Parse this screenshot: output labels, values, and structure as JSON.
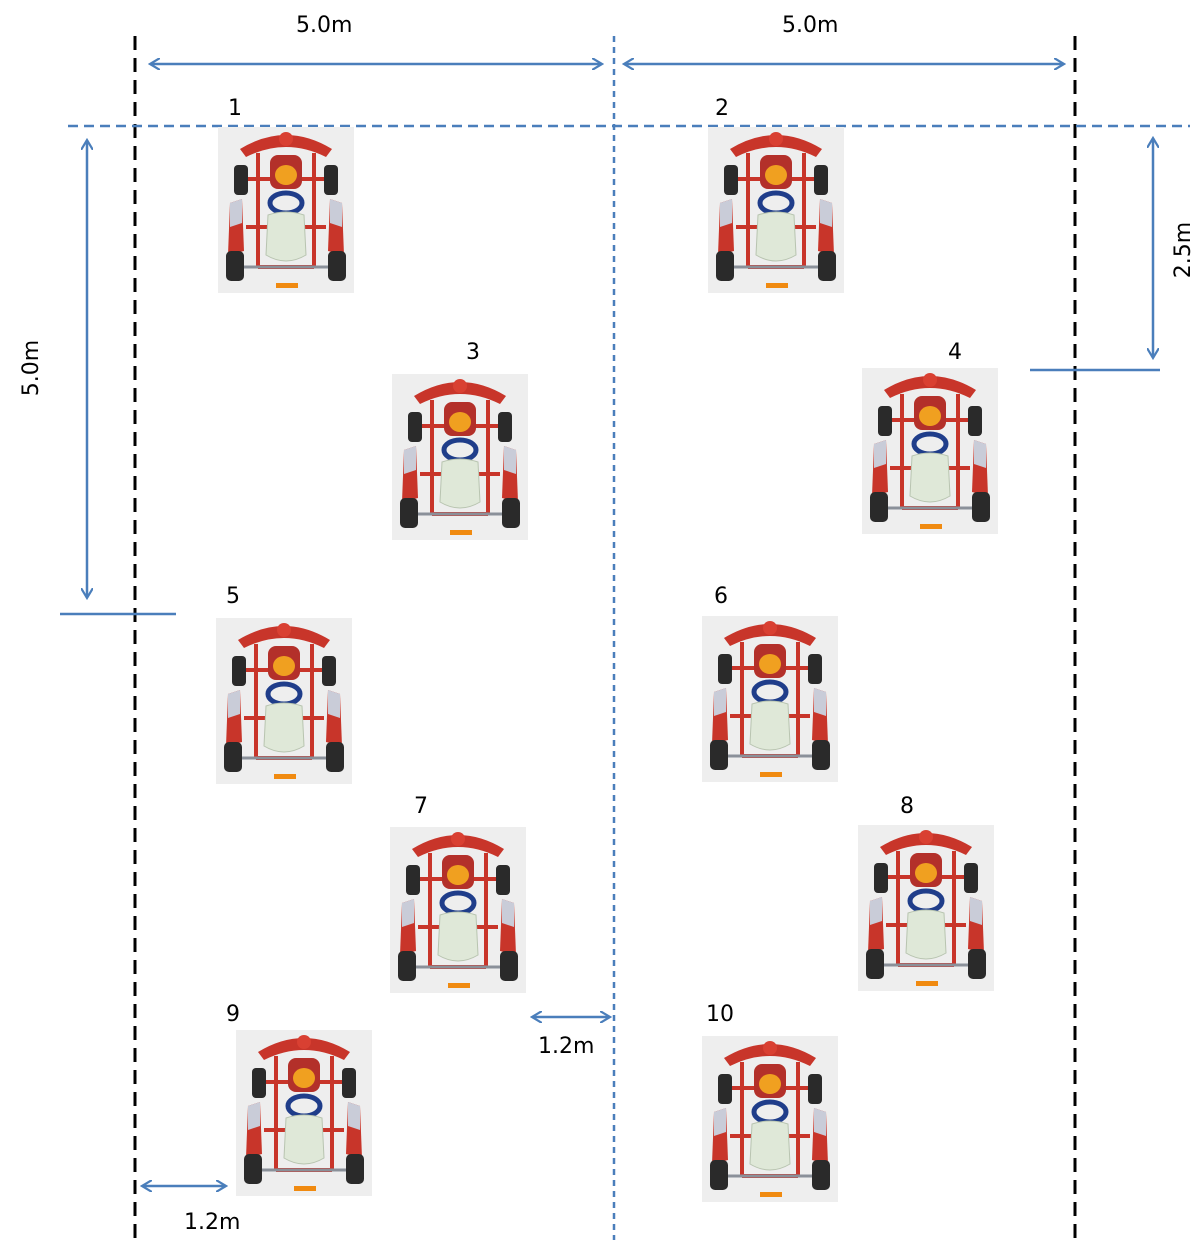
{
  "colors": {
    "boundary_line": "#000000",
    "center_line": "#4a7ebb",
    "dimension_arrow": "#4a7ebb",
    "kart_frame": "#c8352a",
    "kart_seat": "#dfe8d8",
    "kart_steering": "#1f3d8a",
    "kart_tyre": "#2a2a2a",
    "kart_panel_bg": "#eeeeee"
  },
  "dimensions": {
    "top_left_width": "5.0m",
    "top_right_width": "5.0m",
    "left_row_spacing": "5.0m",
    "right_stagger": "2.5m",
    "gap_to_center": "1.2m",
    "gap_to_edge": "1.2m"
  },
  "karts": [
    {
      "number": "1"
    },
    {
      "number": "2"
    },
    {
      "number": "3"
    },
    {
      "number": "4"
    },
    {
      "number": "5"
    },
    {
      "number": "6"
    },
    {
      "number": "7"
    },
    {
      "number": "8"
    },
    {
      "number": "9"
    },
    {
      "number": "10"
    }
  ]
}
